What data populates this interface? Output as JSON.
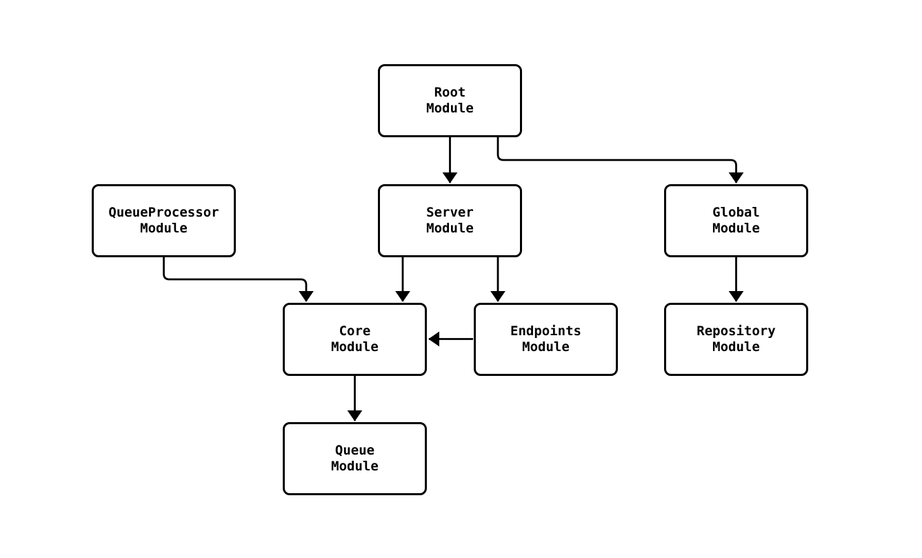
{
  "diagram": {
    "type": "module-dependency-flowchart",
    "colors": {
      "background": "#ffffff",
      "node_fill": "#ffffff",
      "stroke": "#000000",
      "text": "#000000"
    },
    "nodes": {
      "root": {
        "label": "Root\nModule"
      },
      "queueprocessor": {
        "label": "QueueProcessor\nModule"
      },
      "server": {
        "label": "Server\nModule"
      },
      "global": {
        "label": "Global\nModule"
      },
      "core": {
        "label": "Core\nModule"
      },
      "endpoints": {
        "label": "Endpoints\nModule"
      },
      "repository": {
        "label": "Repository\nModule"
      },
      "queue": {
        "label": "Queue\nModule"
      }
    },
    "edges": [
      {
        "from": "root",
        "to": "server"
      },
      {
        "from": "root",
        "to": "global"
      },
      {
        "from": "queueprocessor",
        "to": "core"
      },
      {
        "from": "server",
        "to": "core"
      },
      {
        "from": "server",
        "to": "endpoints"
      },
      {
        "from": "endpoints",
        "to": "core"
      },
      {
        "from": "global",
        "to": "repository"
      },
      {
        "from": "core",
        "to": "queue"
      }
    ]
  }
}
